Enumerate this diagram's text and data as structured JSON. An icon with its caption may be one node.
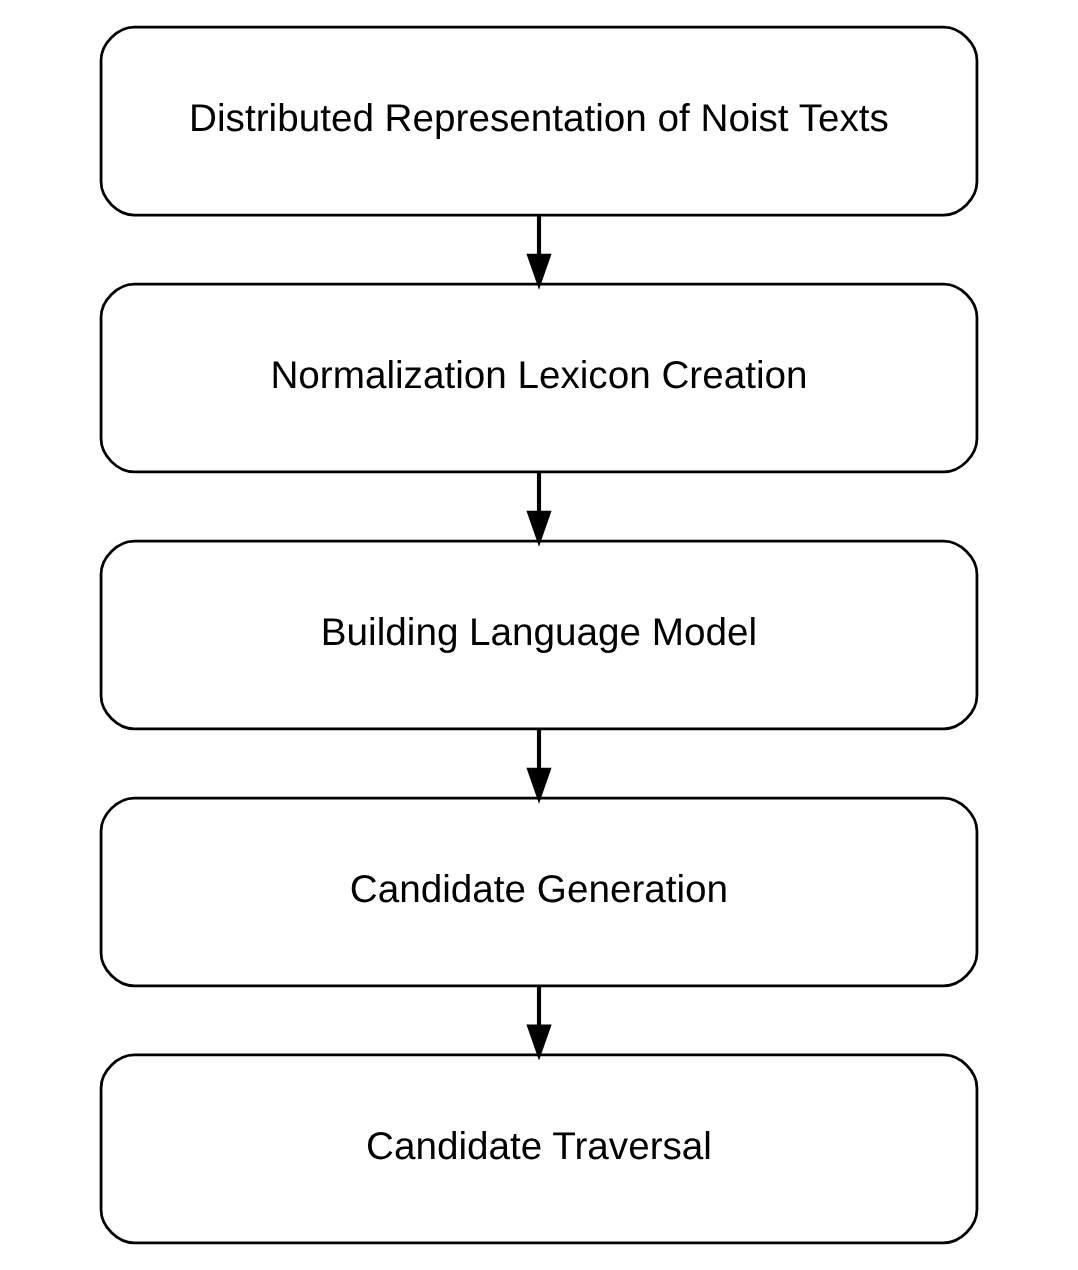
{
  "diagram": {
    "nodes": [
      {
        "text": [
          "Distributed Representation of Noist Texts"
        ]
      },
      {
        "text": [
          "Normalization Lexicon Creation"
        ]
      },
      {
        "text": [
          "Building Language Model"
        ]
      },
      {
        "text": [
          "Candidate Generation"
        ]
      },
      {
        "text": [
          "Candidate Traversal"
        ]
      }
    ],
    "edges": [
      {
        "from": 0,
        "to": 1,
        "arrow": "to"
      },
      {
        "from": 1,
        "to": 2,
        "arrow": "to"
      },
      {
        "from": 2,
        "to": 3,
        "arrow": "to"
      },
      {
        "from": 3,
        "to": 4,
        "arrow": "to"
      }
    ]
  }
}
